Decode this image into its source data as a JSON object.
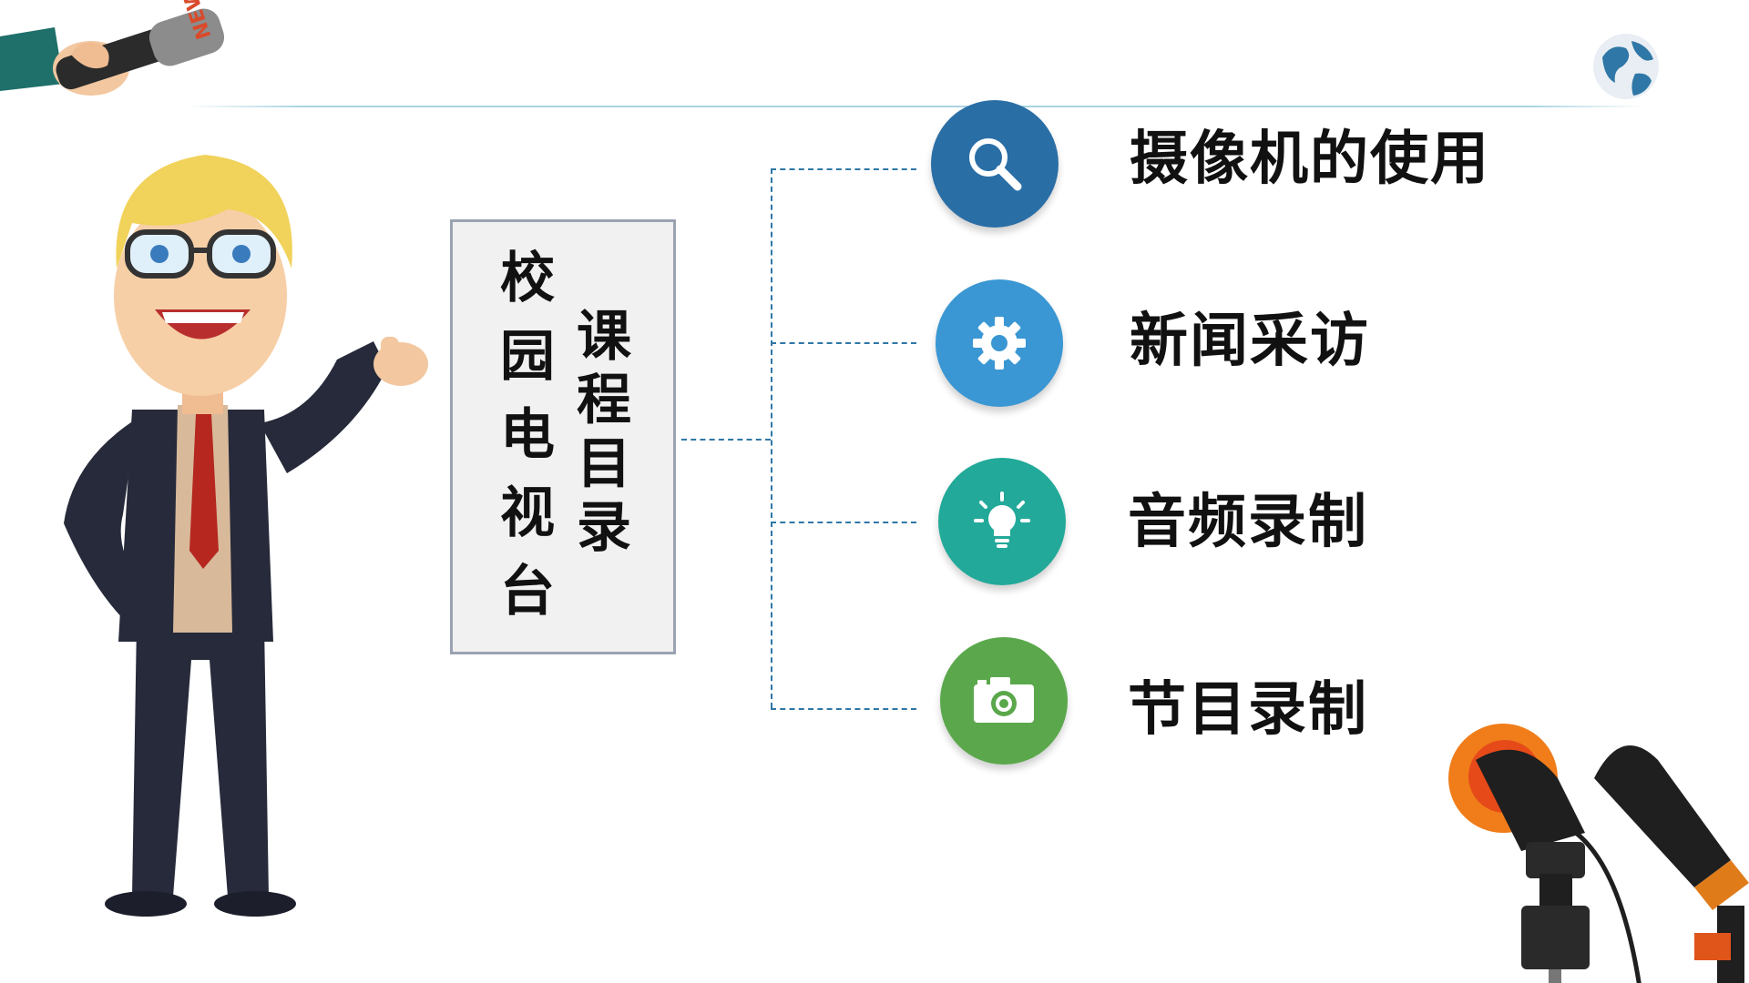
{
  "title": {
    "main": [
      "校",
      "园",
      "电",
      "视",
      "台"
    ],
    "sub": [
      "课",
      "程",
      "目",
      "录"
    ]
  },
  "items": [
    {
      "label": "摄像机的使用",
      "icon": "search-icon",
      "color": "#2a6ea6"
    },
    {
      "label": "新闻采访",
      "icon": "gear-icon",
      "color": "#3a97d3"
    },
    {
      "label": "音频录制",
      "icon": "lightbulb-icon",
      "color": "#22a999"
    },
    {
      "label": "节目录制",
      "icon": "camera-icon",
      "color": "#5aa84b"
    }
  ],
  "decor": {
    "microphone_text": "NEWS"
  }
}
